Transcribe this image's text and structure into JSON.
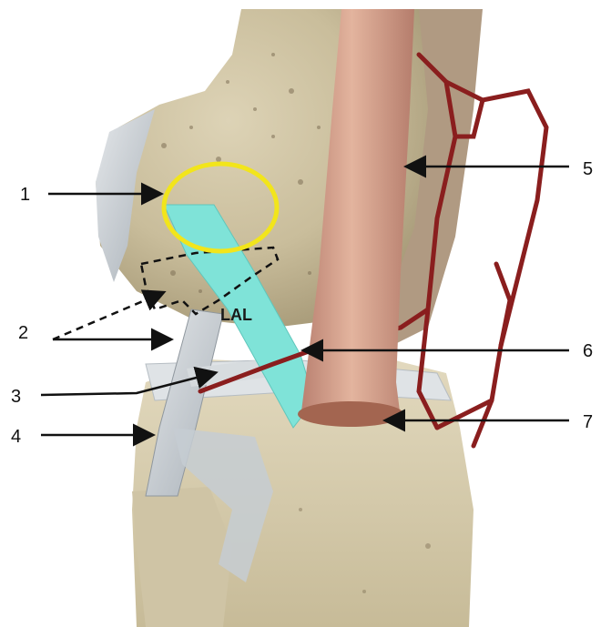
{
  "figure": {
    "labels": {
      "n1": "1",
      "n2": "2",
      "n3": "3",
      "n4": "4",
      "n5": "5",
      "n6": "6",
      "n7": "7",
      "lal": "LAL"
    },
    "colors": {
      "background": "#ffffff",
      "bone": "#cfc4a5",
      "tendon": "#d9a58d",
      "ligament_highlight": "#7fe3d8",
      "circle": "#f2e51b",
      "vessel": "#8a1e1e",
      "arrow": "#111111"
    }
  }
}
